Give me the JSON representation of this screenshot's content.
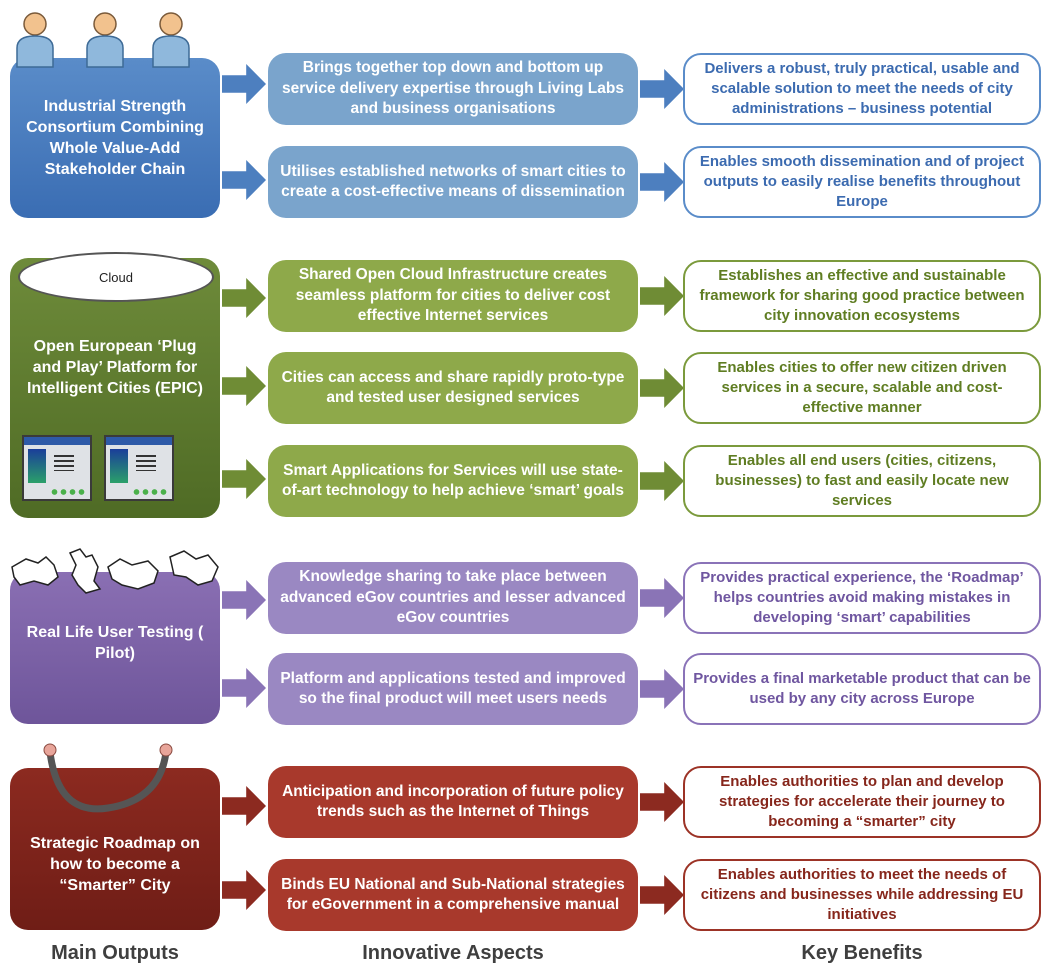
{
  "groups": [
    {
      "main": "Industrial Strength Consortium Combining Whole Value-Add Stakeholder Chain",
      "aspects": [
        "Brings together top down and bottom up service delivery expertise through Living Labs and business organisations",
        "Utilises established networks of smart cities to create a cost-effective means of dissemination"
      ],
      "benefits": [
        "Delivers a robust, truly practical, usable and scalable solution to meet the needs of city administrations – business potential",
        "Enables smooth dissemination and of project outputs to easily realise benefits throughout Europe"
      ]
    },
    {
      "main": "Open European ‘Plug and Play’ Platform for Intelligent Cities (EPIC)",
      "cloud": "Cloud",
      "aspects": [
        "Shared Open Cloud Infrastructure creates seamless platform for cities to deliver cost effective Internet services",
        "Cities can access and share rapidly proto-type and tested user designed services",
        "Smart Applications for Services will use state-of-art technology to help achieve ‘smart’ goals"
      ],
      "benefits": [
        "Establishes an effective and sustainable framework for sharing good practice between city innovation ecosystems",
        "Enables cities to offer new citizen driven services in a secure, scalable and cost-effective manner",
        "Enables all end users (cities, citizens, businesses) to fast and easily locate new services"
      ]
    },
    {
      "main": "Real Life User Testing ( Pilot)",
      "aspects": [
        "Knowledge sharing to take place between advanced eGov countries and lesser advanced eGov countries",
        "Platform and applications tested and improved so the final product will meet users needs"
      ],
      "benefits": [
        "Provides practical experience, the ‘Roadmap’ helps countries avoid making mistakes in developing ‘smart’ capabilities",
        "Provides a final marketable product that can be used by any city across Europe"
      ]
    },
    {
      "main": "Strategic Roadmap on how to become a “Smarter” City",
      "aspects": [
        "Anticipation and incorporation of future policy trends such as the Internet of Things",
        "Binds EU National and Sub-National strategies for eGovernment in a comprehensive manual"
      ],
      "benefits": [
        "Enables authorities to plan and develop strategies for accelerate their journey to becoming a “smarter” city",
        "Enables authorities to meet the needs of citizens and businesses while addressing EU initiatives"
      ]
    }
  ],
  "footer": {
    "col1": "Main Outputs",
    "col2": "Innovative Aspects",
    "col3": "Key Benefits"
  },
  "colors": {
    "blue": "#4d7fbf",
    "green": "#6f8c35",
    "purple": "#8a74b6",
    "red": "#8c2a20"
  },
  "icons": [
    "person-icon",
    "cloud-icon",
    "application-window-icon",
    "europe-map-icon",
    "cable-icon"
  ]
}
